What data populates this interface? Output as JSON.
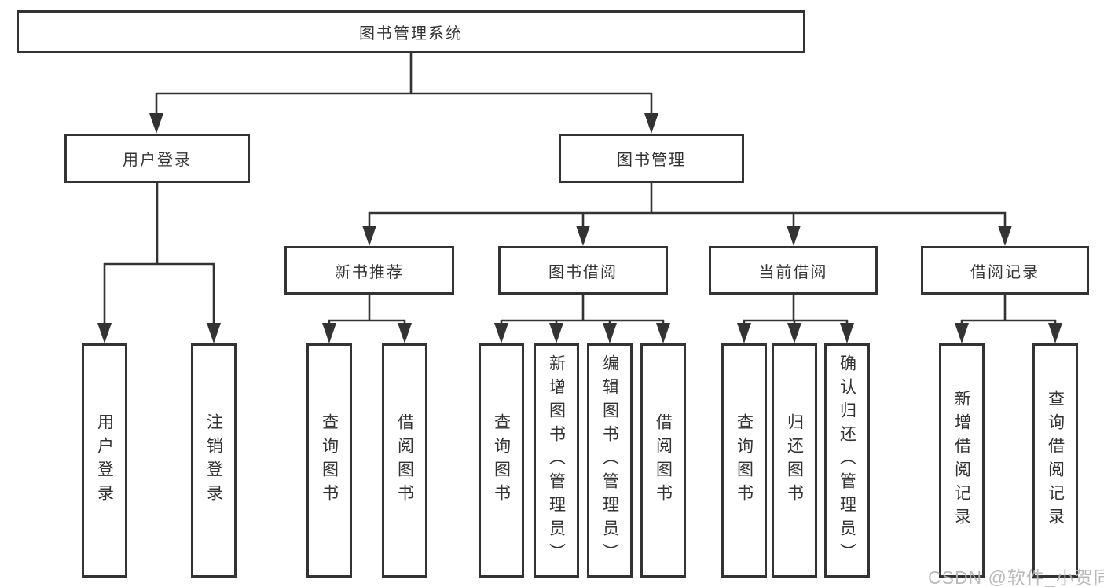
{
  "colors": {
    "line": "#333333",
    "box_border": "#333333",
    "text": "#333333",
    "background": "#ffffff",
    "watermark_text": "#b3b3b3"
  },
  "watermark": {
    "text": "CSDN @软件_小贺同学"
  },
  "tree": {
    "label": "图书管理系统",
    "children": [
      {
        "label": "用户登录",
        "children": [
          {
            "label": "用户登录"
          },
          {
            "label": "注销登录"
          }
        ]
      },
      {
        "label": "图书管理",
        "children": [
          {
            "label": "新书推荐",
            "children": [
              {
                "label": "查询图书"
              },
              {
                "label": "借阅图书"
              }
            ]
          },
          {
            "label": "图书借阅",
            "children": [
              {
                "label": "查询图书"
              },
              {
                "label": "新增图书（管理员）"
              },
              {
                "label": "编辑图书（管理员）"
              },
              {
                "label": "借阅图书"
              }
            ]
          },
          {
            "label": "当前借阅",
            "children": [
              {
                "label": "查询图书"
              },
              {
                "label": "归还图书"
              },
              {
                "label": "确认归还（管理员）"
              }
            ]
          },
          {
            "label": "借阅记录",
            "children": [
              {
                "label": "新增借阅记录"
              },
              {
                "label": "查询借阅记录"
              }
            ]
          }
        ]
      }
    ]
  }
}
